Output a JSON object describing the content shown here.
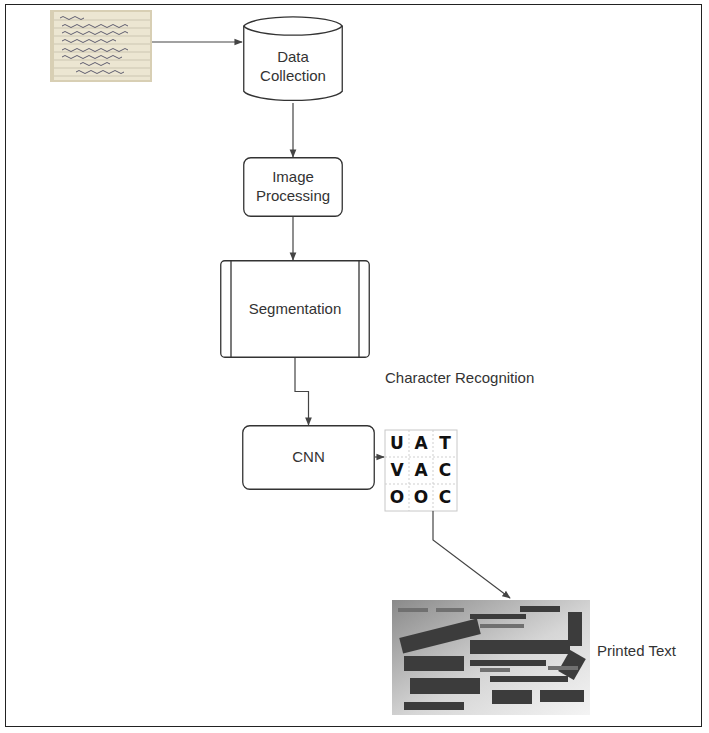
{
  "diagram": {
    "nodes": [
      {
        "text": [
          "Data Collection"
        ]
      },
      {
        "text": [
          "Image Processing"
        ]
      },
      {
        "text": [
          "Segmentation"
        ]
      },
      {
        "text": [
          "CNN"
        ]
      }
    ],
    "edges": [
      {
        "from": 0,
        "to": 1,
        "arrow": "to"
      },
      {
        "from": 1,
        "to": 2,
        "arrow": "to"
      },
      {
        "from": 2,
        "to": 3,
        "arrow": "to"
      }
    ],
    "labels": [
      "Character Recognition",
      "Printed Text",
      "U",
      "A",
      "T",
      "V",
      "A",
      "C",
      "O",
      "O",
      "C"
    ]
  }
}
